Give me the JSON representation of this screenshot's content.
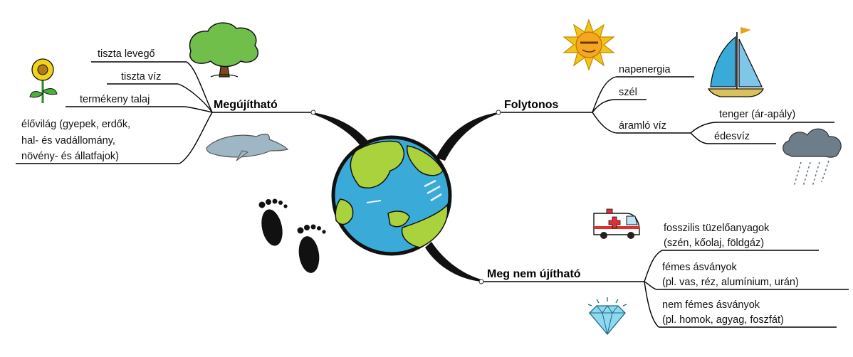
{
  "center": {
    "icon": "earth-globe-icon"
  },
  "decorations": [
    "tree-icon",
    "sunflower-icon",
    "dolphin-icon",
    "footprints-icon",
    "sun-icon",
    "sailboat-icon",
    "rain-cloud-icon",
    "ambulance-icon",
    "diamond-icon"
  ],
  "colors": {
    "ocean": "#3aaad8",
    "land": "#a9d23c",
    "sun": "#f2c417",
    "tree": "#6fbf4a"
  },
  "branches": {
    "megujithato": {
      "title": "Megújítható",
      "items": [
        "tiszta levegő",
        "tiszta víz",
        "termékeny talaj"
      ],
      "elovilag": [
        "élővilág (gyepek, erdők,",
        "hal- és vadállomány,",
        "növény- és állatfajok)"
      ]
    },
    "folytonos": {
      "title": "Folytonos",
      "items": [
        "napenergia",
        "szél",
        "áramló víz"
      ],
      "aramlo_viz": [
        "tenger (ár-apály)",
        "édesvíz"
      ]
    },
    "meg_nem": {
      "title": "Meg nem újítható",
      "fosszilis": [
        "fosszilis tüzelőanyagok",
        "(szén, kőolaj, földgáz)"
      ],
      "femes": [
        "fémes ásványok",
        "(pl. vas, réz, alumínium, urán)"
      ],
      "nemfemes": [
        "nem fémes ásványok",
        "(pl. homok, agyag, foszfát)"
      ]
    }
  }
}
